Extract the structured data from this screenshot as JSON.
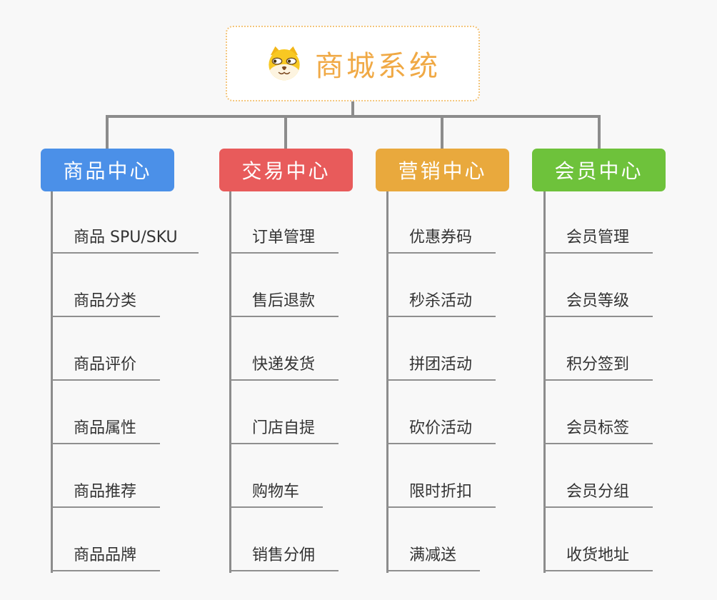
{
  "app": {
    "background_color": "#f8f8f8",
    "connector_color": "#8c8c8c",
    "leaf_text_color": "#333333"
  },
  "root": {
    "title": "商城系统",
    "icon": "dog-face-icon",
    "text_color": "#f0a945",
    "border_color": "#f3c57c"
  },
  "branches": [
    {
      "label": "商品中心",
      "color": "#4b90e8",
      "items": [
        "商品 SPU/SKU",
        "商品分类",
        "商品评价",
        "商品属性",
        "商品推荐",
        "商品品牌"
      ]
    },
    {
      "label": "交易中心",
      "color": "#e85b5b",
      "items": [
        "订单管理",
        "售后退款",
        "快递发货",
        "门店自提",
        "购物车",
        "销售分佣"
      ]
    },
    {
      "label": "营销中心",
      "color": "#e9a93d",
      "items": [
        "优惠券码",
        "秒杀活动",
        "拼团活动",
        "砍价活动",
        "限时折扣",
        "满减送"
      ]
    },
    {
      "label": "会员中心",
      "color": "#6ec23b",
      "items": [
        "会员管理",
        "会员等级",
        "积分签到",
        "会员标签",
        "会员分组",
        "收货地址"
      ]
    }
  ]
}
